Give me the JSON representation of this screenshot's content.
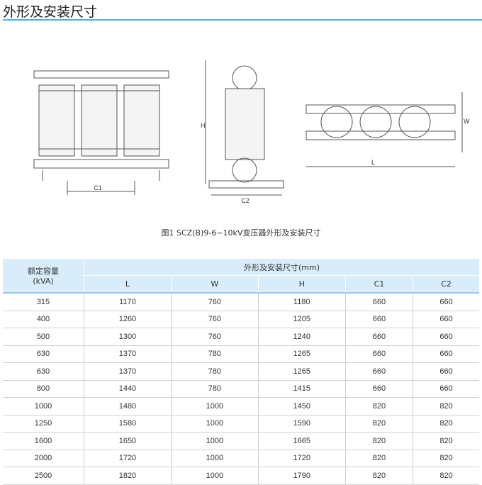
{
  "title": "外形及安装尺寸",
  "caption": "图1 SCZ(B)9-6~10kV变压器外形及安装尺寸",
  "drawing_labels": {
    "c1": "C1",
    "c2": "C2",
    "h": "H",
    "l": "L",
    "w": "W"
  },
  "table": {
    "col0_header_line1": "额定容量",
    "col0_header_line2": "(kVA)",
    "group_header": "外形及安装尺寸(mm)",
    "columns": [
      "L",
      "W",
      "H",
      "C1",
      "C2"
    ],
    "rows": [
      [
        "315",
        "1170",
        "760",
        "1180",
        "660",
        "660"
      ],
      [
        "400",
        "1260",
        "760",
        "1205",
        "660",
        "660"
      ],
      [
        "500",
        "1300",
        "760",
        "1240",
        "660",
        "660"
      ],
      [
        "630",
        "1370",
        "780",
        "1265",
        "660",
        "660"
      ],
      [
        "630",
        "1370",
        "780",
        "1265",
        "660",
        "660"
      ],
      [
        "800",
        "1440",
        "780",
        "1415",
        "660",
        "660"
      ],
      [
        "1000",
        "1480",
        "1000",
        "1450",
        "820",
        "820"
      ],
      [
        "1250",
        "1580",
        "1000",
        "1590",
        "820",
        "820"
      ],
      [
        "1600",
        "1650",
        "1000",
        "1665",
        "820",
        "820"
      ],
      [
        "2000",
        "1720",
        "1000",
        "1720",
        "820",
        "820"
      ],
      [
        "2500",
        "1820",
        "1000",
        "1790",
        "820",
        "820"
      ]
    ]
  },
  "colors": {
    "accent": "#4fb0e3",
    "header_bg": "#d8edf9"
  }
}
